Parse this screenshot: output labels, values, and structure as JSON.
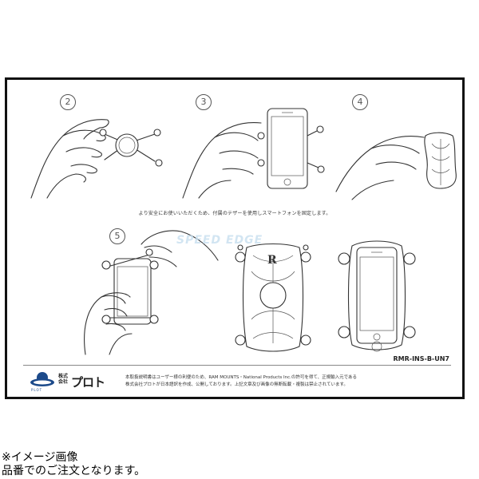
{
  "steps": {
    "s2": "2",
    "s3": "3",
    "s4": "4",
    "s5": "5"
  },
  "caption": "より安全にお使いいただくため、付属のテザーを使用しスマートフォンを固定します。",
  "watermark": "SPEED EDGE",
  "model_code": "RMR-INS-B-UN7",
  "logo": {
    "company_small": "株式会社",
    "company_name": "プロト",
    "plot_text": "PLOT"
  },
  "footer_text": [
    "本取扱説明書はユーザー様の利便のため、RAM MOUNTS・National Products Inc.の許可を得て、正規輸入元である",
    "株式会社プロトが日本語訳を作成、公開しております。上記文章及び画像の無断転載・複製は禁止されています。"
  ],
  "note_lines": [
    "※イメージ画像",
    "品番でのご注文となります。"
  ],
  "colors": {
    "frame": "#111111",
    "watermark": "#c7dff0",
    "logo_blue": "#1c4a8a"
  }
}
